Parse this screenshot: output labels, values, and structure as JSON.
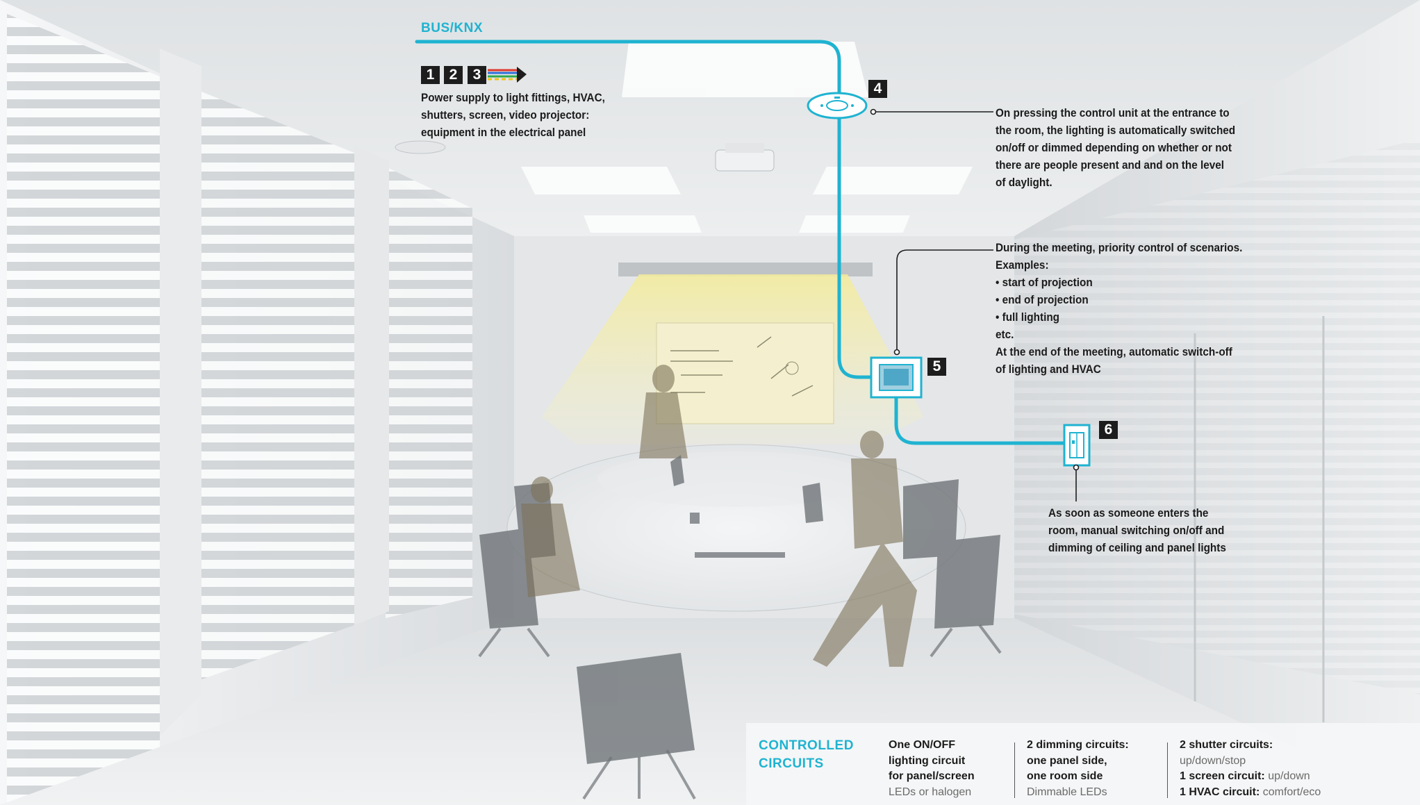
{
  "diagram": {
    "bus_label": "BUS/KNX",
    "markers": [
      "1",
      "2",
      "3",
      "4",
      "5",
      "6"
    ],
    "supply_description": [
      "Power supply to light fittings, HVAC,",
      "shutters, screen, video projector:",
      "equipment in the electrical panel"
    ],
    "callout_4": [
      "On pressing the control unit at the entrance to",
      "the room, the lighting is automatically switched",
      "on/off or dimmed depending on whether or not",
      "there are people present and and on the level",
      "of daylight."
    ],
    "callout_5": [
      "During the meeting, priority control of scenarios.",
      "Examples:",
      "• start of projection",
      "• end of projection",
      "• full lighting",
      "etc.",
      "At the end of the meeting, automatic switch-off",
      "of lighting and HVAC"
    ],
    "callout_6": [
      "As soon as someone enters the",
      "room, manual switching on/off and",
      "dimming of ceiling and panel lights"
    ],
    "wire_colors": [
      "#e03a2f",
      "#2f6fd8",
      "#2fa84f",
      "#f2c21a"
    ]
  },
  "controlled_circuits": {
    "title_line1": "CONTROLLED",
    "title_line2": "CIRCUITS",
    "col1": {
      "l1": "One ON/OFF",
      "l2": "lighting circuit",
      "l3": "for panel/screen",
      "l4": "LEDs or halogen"
    },
    "col2": {
      "l1": "2 dimming circuits:",
      "l2": "one panel side,",
      "l3": "one room side",
      "l4": "Dimmable LEDs"
    },
    "col3": {
      "shutter_bold": "2 shutter circuits:",
      "shutter_value": "up/down/stop",
      "screen_bold": "1 screen circuit:",
      "screen_value": "up/down",
      "hvac_bold": "1 HVAC circuit:",
      "hvac_value": "comfort/eco"
    }
  },
  "colors": {
    "accent_cyan": "#1fb3d1",
    "light_beam": "#f4ec9a",
    "marker_bg": "#1d1d1d"
  }
}
